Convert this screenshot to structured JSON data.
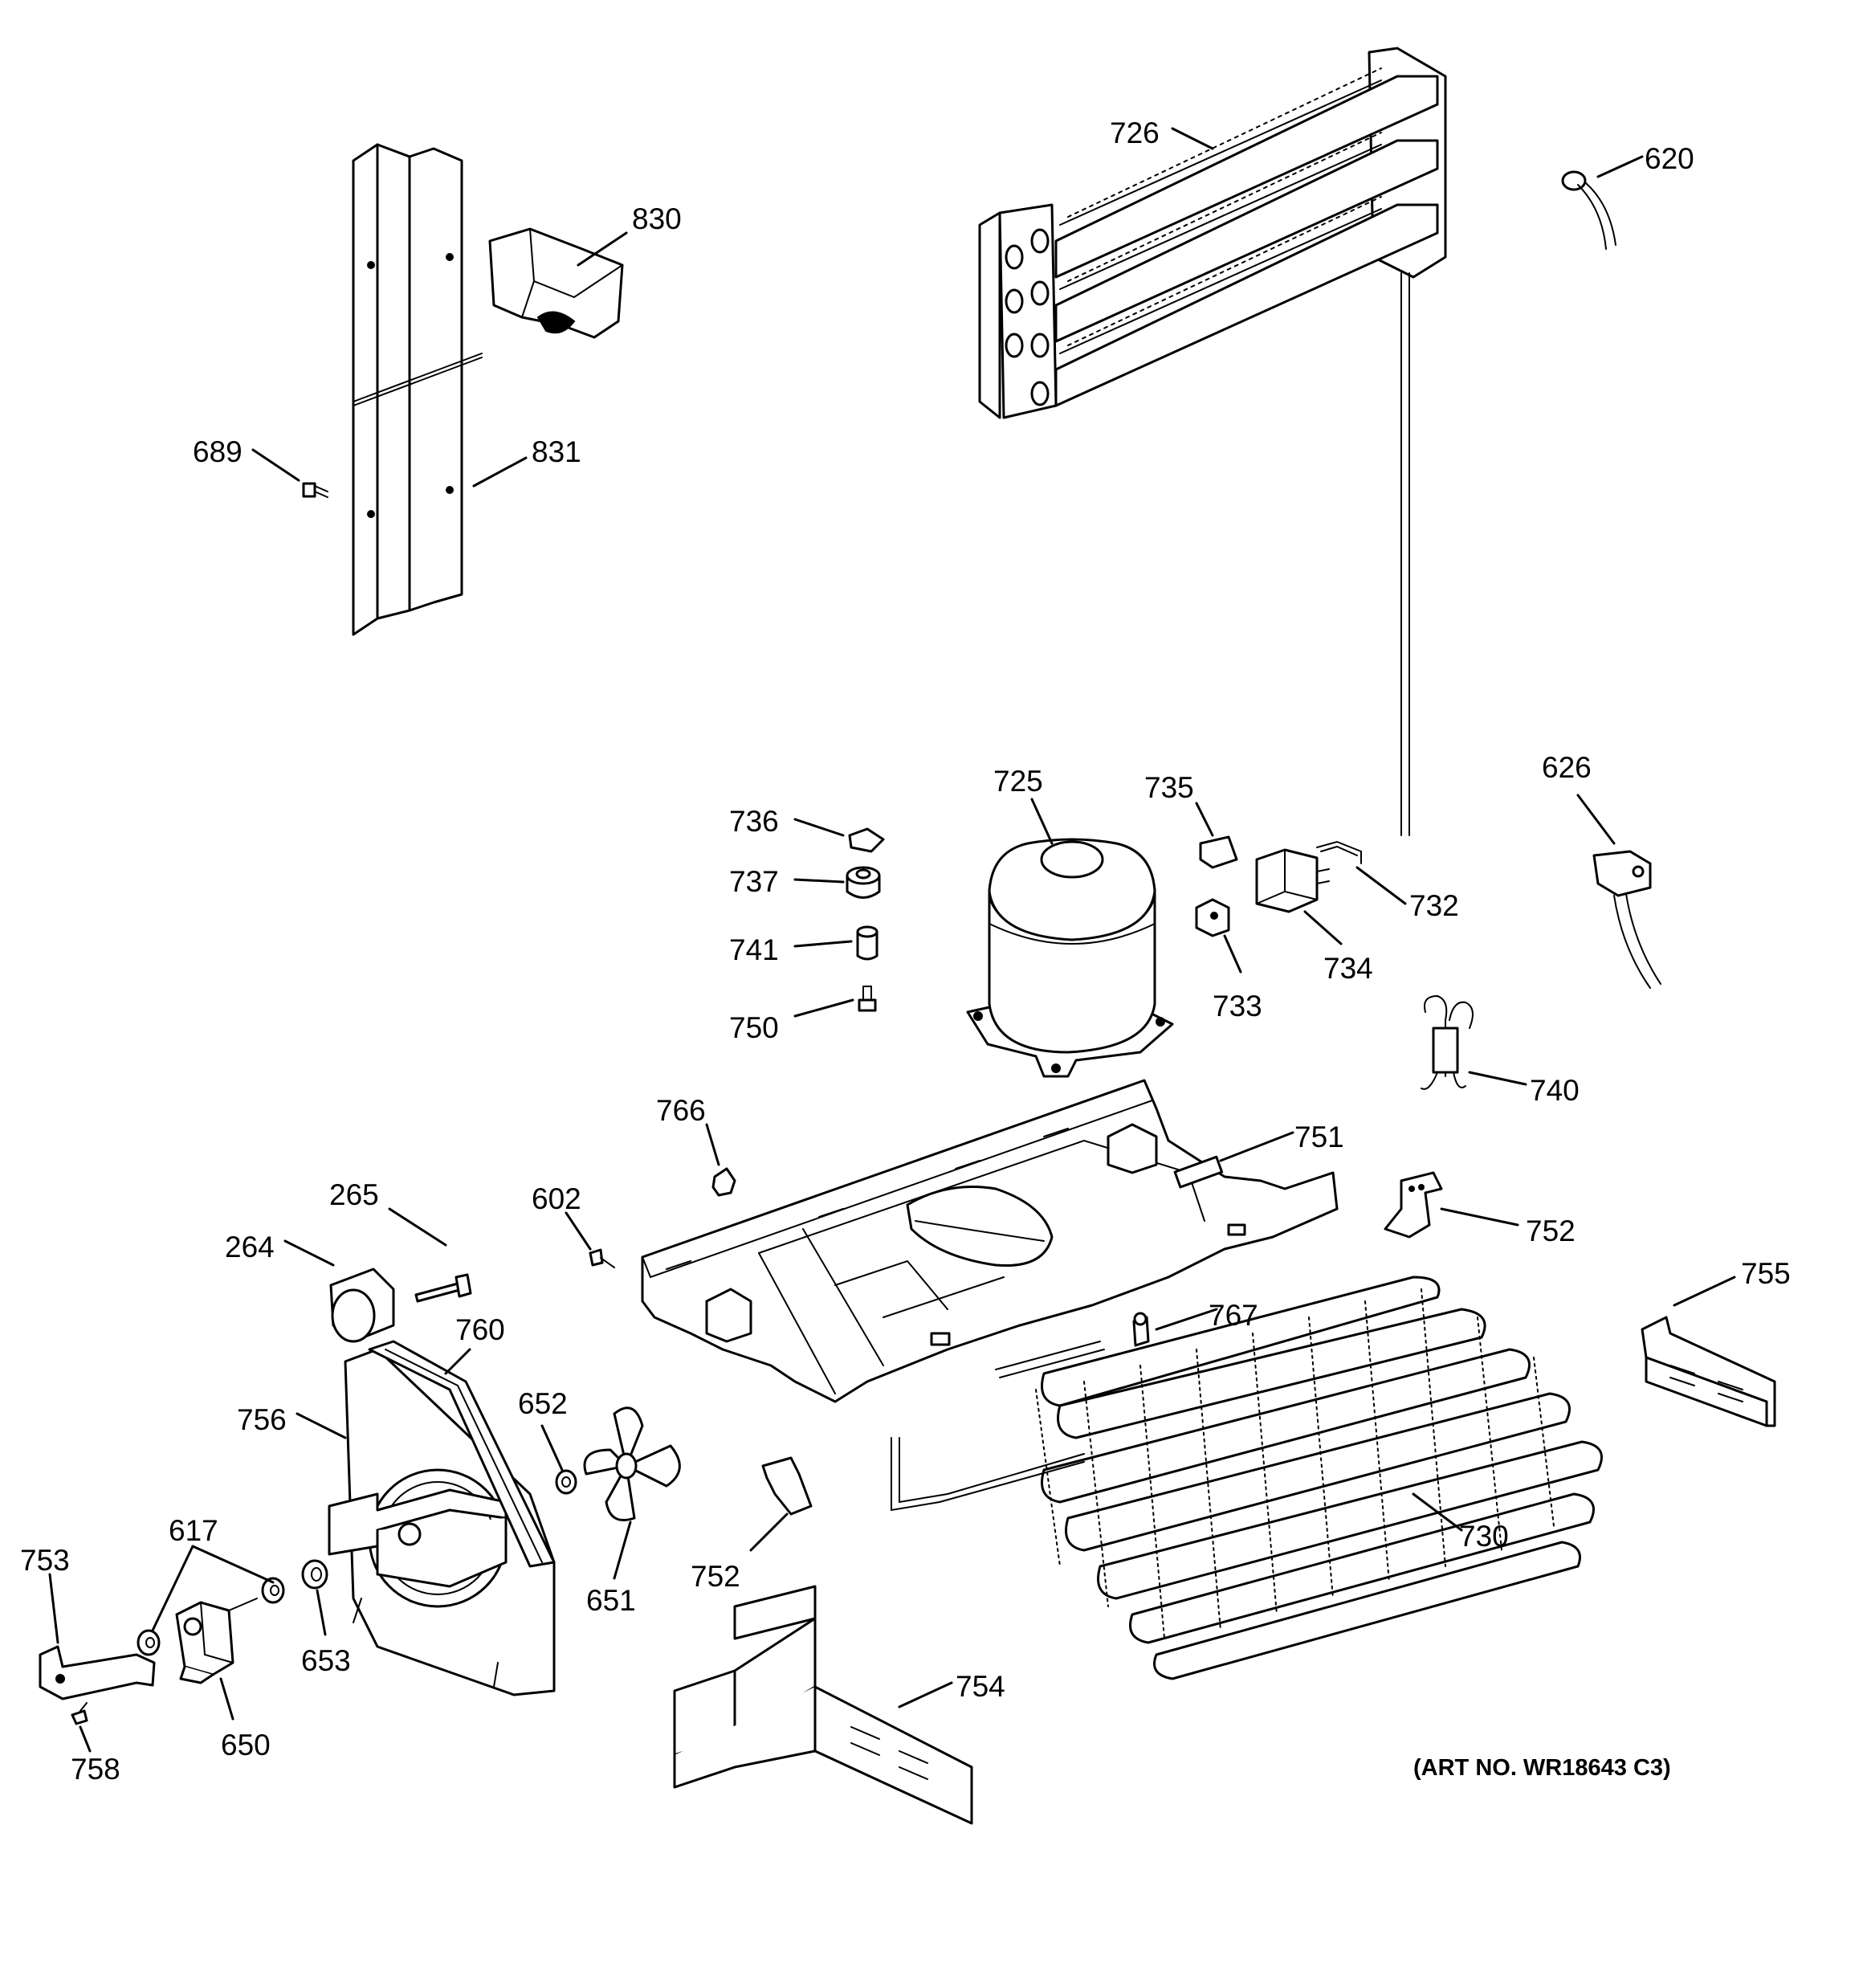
{
  "labels": {
    "p726": "726",
    "p620": "620",
    "p830": "830",
    "p831": "831",
    "p689": "689",
    "p626": "626",
    "p725": "725",
    "p735": "735",
    "p736": "736",
    "p737": "737",
    "p732": "732",
    "p741": "741",
    "p734": "734",
    "p733": "733",
    "p750": "750",
    "p740": "740",
    "p766": "766",
    "p751": "751",
    "p265": "265",
    "p602": "602",
    "p752a": "752",
    "p264": "264",
    "p755": "755",
    "p767": "767",
    "p760": "760",
    "p756": "756",
    "p652": "652",
    "p617": "617",
    "p730": "730",
    "p753": "753",
    "p752b": "752",
    "p651": "651",
    "p653": "653",
    "p754": "754",
    "p650": "650",
    "p758": "758"
  },
  "caption": "(ART NO. WR18643 C3)"
}
